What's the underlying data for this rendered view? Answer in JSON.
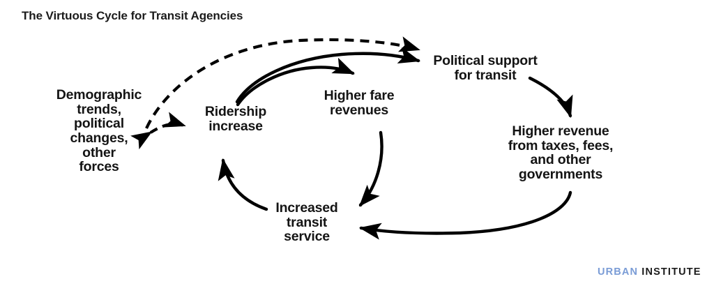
{
  "title": "The Virtuous Cycle for Transit Agencies",
  "nodes": {
    "demographic": "Demographic\ntrends,\npolitical\nchanges,\nother\nforces",
    "ridership": "Ridership\nincrease",
    "fare_revenues": "Higher fare\nrevenues",
    "political_support": "Political support\nfor transit",
    "higher_revenue": "Higher revenue\nfrom taxes, fees,\nand other\ngovernments",
    "transit_service": "Increased\ntransit\nservice"
  },
  "logo": {
    "urban": "URBAN",
    "institute": "INSTITUTE"
  },
  "colors": {
    "background": "#ffffff",
    "text": "#141414",
    "title": "#1b1b1b",
    "arrow": "#000000",
    "logo_urban": "#7a9cd6",
    "logo_institute": "#1b1b1b"
  },
  "chart_data": {
    "type": "diagram",
    "title": "The Virtuous Cycle for Transit Agencies",
    "diagram_kind": "causal-loop",
    "nodes": [
      {
        "id": "demographic",
        "label": "Demographic trends, political changes, other forces"
      },
      {
        "id": "ridership",
        "label": "Ridership increase"
      },
      {
        "id": "fare_revenues",
        "label": "Higher fare revenues"
      },
      {
        "id": "political_support",
        "label": "Political support for transit"
      },
      {
        "id": "higher_revenue",
        "label": "Higher revenue from taxes, fees, and other governments"
      },
      {
        "id": "transit_service",
        "label": "Increased transit service"
      }
    ],
    "edges": [
      {
        "from": "demographic",
        "to": "ridership",
        "style": "dashed",
        "direction": "both"
      },
      {
        "from": "demographic",
        "to": "political_support",
        "style": "dashed",
        "direction": "forward"
      },
      {
        "from": "ridership",
        "to": "fare_revenues",
        "style": "solid",
        "direction": "forward"
      },
      {
        "from": "ridership",
        "to": "political_support",
        "style": "solid",
        "direction": "forward"
      },
      {
        "from": "fare_revenues",
        "to": "transit_service",
        "style": "solid",
        "direction": "forward"
      },
      {
        "from": "political_support",
        "to": "higher_revenue",
        "style": "solid",
        "direction": "forward"
      },
      {
        "from": "higher_revenue",
        "to": "transit_service",
        "style": "solid",
        "direction": "forward"
      },
      {
        "from": "transit_service",
        "to": "ridership",
        "style": "solid",
        "direction": "forward"
      }
    ]
  }
}
